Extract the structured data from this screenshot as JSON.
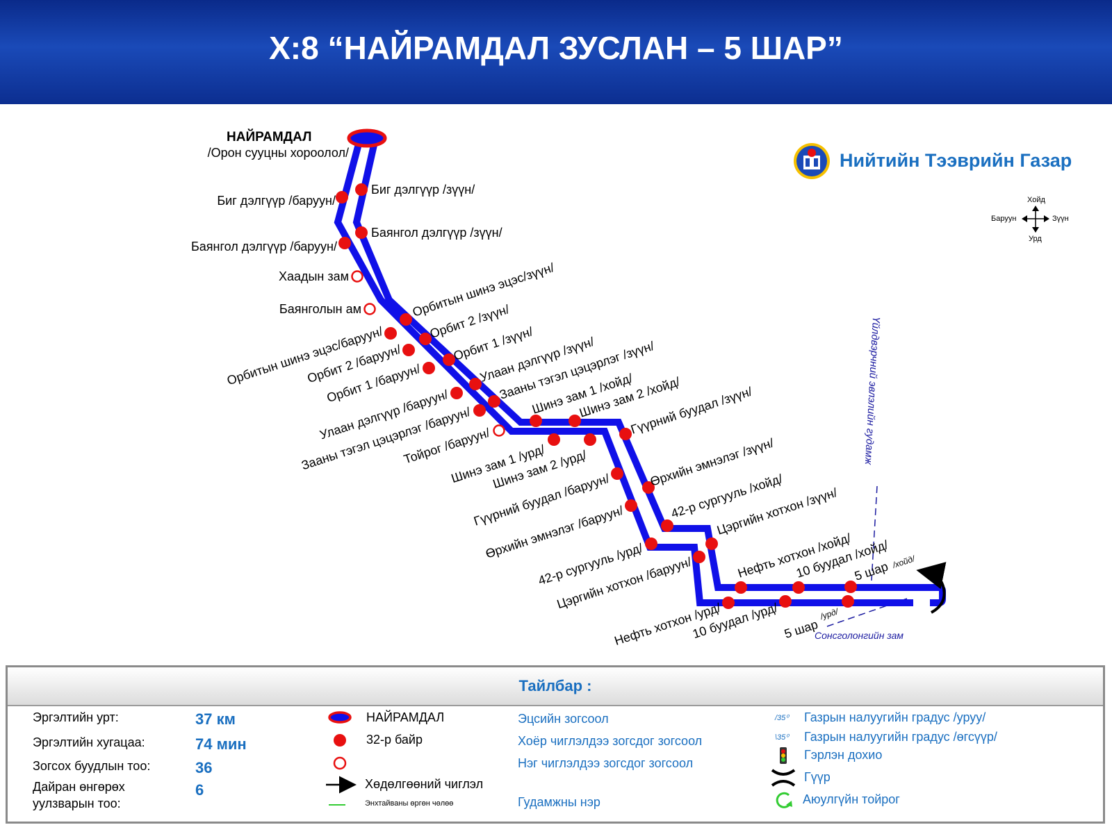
{
  "header": {
    "title": "Х:8 “НАЙРАМДАЛ ЗУСЛАН – 5 ШАР”"
  },
  "org": {
    "name": "Нийтийн Тээврийн Газар"
  },
  "compass": {
    "north": "Хойд",
    "south": "Урд",
    "west": "Баруун",
    "east": "Зүүн"
  },
  "terminal": {
    "name": "НАЙРАМДАЛ",
    "subtitle": "/Орон сууцны хороолол/"
  },
  "stops": [
    "Биг дэлгүүр /баруун/",
    "Биг дэлгүүр /зүүн/",
    "Баянгол дэлгүүр /баруун/",
    "Баянгол дэлгүүр /зүүн/",
    "Хаадын зам",
    "Баянголын ам",
    "Орбитын шинэ эцэс/зүүн/",
    "Орбит 2 /зүүн/",
    "Орбит 1 /зүүн/",
    "Орбитын шинэ эцэс/баруун/",
    "Орбит 2 /баруун/",
    "Орбит 1 /баруун/",
    "Улаан дэлгүүр /зүүн/",
    "Заaны тэгэл цэцэрлэг /зүүн/",
    "Улаан дэлгүүр /баруун/",
    "Зааны тэгэл цэцэрлэг /баруун/",
    "Тойрог /баруун/",
    "Шинэ зам 1 /хойд/",
    "Шинэ зам 2 /хойд/",
    "Шинэ зам 1 /урд/",
    "Шинэ зам 2 /урд/",
    "Гүүрний буудал /зүүн/",
    "Гүүрний буудал /баруун/",
    "Өрхийн эмнэлэг /зүүн/",
    "Өрхийн эмнэлэг /баруун/",
    "42-р сургууль /хойд/",
    "42-р сургууль /урд/",
    "Цэргийн хотхон /зүүн/",
    "Цэргийн хотхон /баруун/",
    "Нефть хотхон /хойд/",
    "10 буудал /хойд/",
    "5 шар",
    "Нефть хотхон /урд/",
    "10 буудал /урд/",
    "5 шар",
    "/хойд/",
    "/урд/"
  ],
  "streets": {
    "vertical": "Үйлдвэрчний эвлэлийн гудамж",
    "horizontal": "Сонсголонгийн зам"
  },
  "colors": {
    "route": "#1010e8",
    "stop": "#e81010",
    "header": "#0c2e90",
    "accent": "#1a6fc0"
  },
  "legend": {
    "title": "Тайлбар :",
    "stats": [
      {
        "label": "Эргэлтийн урт:",
        "value": "37 км"
      },
      {
        "label": "Эргэлтийн хугацаа:",
        "value": "74 мин"
      },
      {
        "label": "Зогсох буудлын тоо:",
        "value": "36"
      },
      {
        "label": "Дайран өнгөрөх",
        "label2": "уулзварын тоо:",
        "value": "6"
      }
    ],
    "symbols": {
      "terminal": "НАЙРАМДАЛ",
      "both": "32-р байр",
      "direction": "Хөдөлгөөний чиглэл",
      "lane": "Энхтайваны өргөн чөлөө"
    },
    "meanings": [
      "Эцсийн зогсоол",
      "Хоёр чиглэлдээ зогсдог зогсоол",
      "Нэг чиглэлдээ зогсдог зогсоол",
      "Гудамжны нэр"
    ],
    "right": [
      {
        "icon": "/35⁰",
        "text": "Газрын налуугийн градус /уруу/"
      },
      {
        "icon": "\\35⁰",
        "text": "Газрын налуугийн градус /өгсүүр/"
      },
      {
        "icon": "traffic-light",
        "text": "Гэрлэн дохио"
      },
      {
        "icon": "bridge",
        "text": "Гүүр"
      },
      {
        "icon": "roundabout",
        "text": "Аюулгүйн тойрог"
      }
    ]
  }
}
